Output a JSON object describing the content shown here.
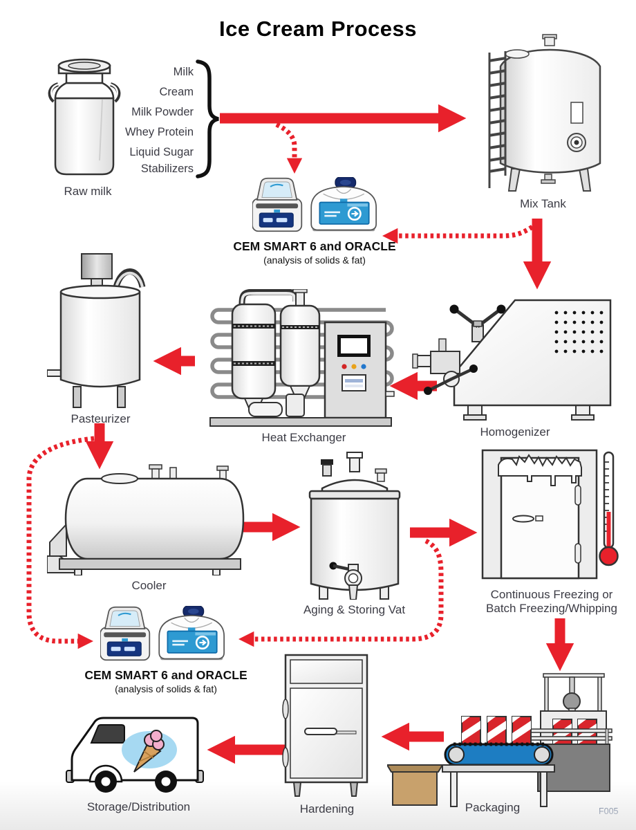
{
  "page": {
    "title": "Ice Cream Process",
    "figure_code": "F005"
  },
  "colors": {
    "arrow_red": "#e8212b",
    "label": "#3b3b44",
    "cem_blue": "#2e9ad2",
    "cem_panel_navy": "#15357f",
    "belt_blue": "#1d7dc2",
    "carton_red": "#d8252b",
    "box_tan": "#c8a16c",
    "box_tan_dark": "#ac8a58",
    "thermometer_red": "#e8212b",
    "truck_oval": "#a6d9f2",
    "cone_tan": "#d8a15e",
    "scoop_pink": "#f2aecb"
  },
  "ingredients": {
    "items": [
      "Milk",
      "Cream",
      "Milk Powder",
      "Whey Protein",
      "Liquid Sugar",
      "Stabilizers"
    ]
  },
  "nodes": {
    "raw_milk": {
      "label": "Raw milk"
    },
    "mix_tank": {
      "label": "Mix Tank"
    },
    "cem1": {
      "label": "CEM SMART 6 and ORACLE",
      "sublabel": "(analysis of solids & fat)"
    },
    "homogenizer": {
      "label": "Homogenizer"
    },
    "heat_exchanger": {
      "label": "Heat Exchanger"
    },
    "pasteurizer": {
      "label": "Pasteurizer"
    },
    "cooler": {
      "label": "Cooler"
    },
    "aging_vat": {
      "label": "Aging & Storing Vat"
    },
    "freezing": {
      "label_line1": "Continuous Freezing or",
      "label_line2": "Batch Freezing/Whipping"
    },
    "cem2": {
      "label": "CEM SMART 6 and ORACLE",
      "sublabel": "(analysis of solids & fat)"
    },
    "packaging": {
      "label": "Packaging"
    },
    "hardening": {
      "label": "Hardening"
    },
    "storage": {
      "label": "Storage/Distribution"
    }
  }
}
